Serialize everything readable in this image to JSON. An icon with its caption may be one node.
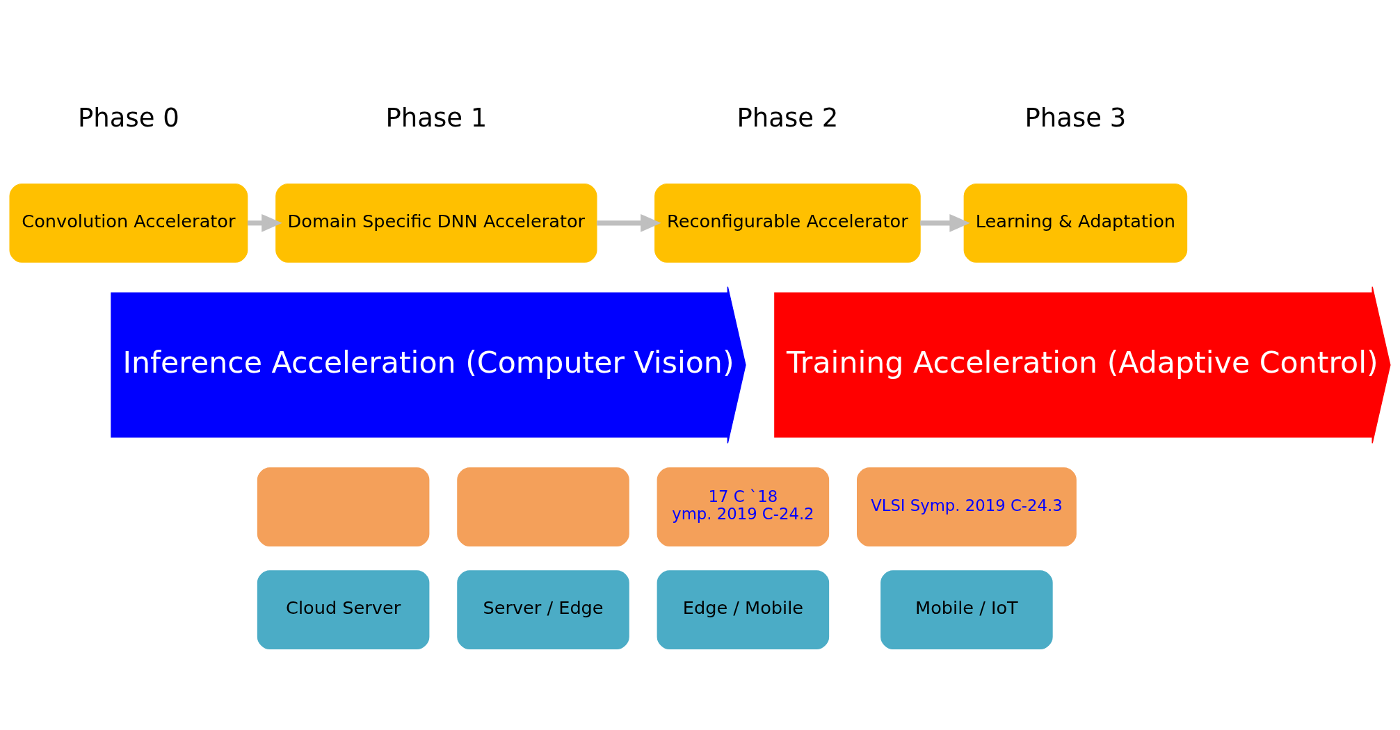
{
  "diagram": {
    "nodes": [
      {
        "text": [
          "Convolution Accelerator"
        ]
      },
      {
        "text": [
          "Domain Specific DNN Accelerator"
        ]
      },
      {
        "text": [
          "Reconfigurable Accelerator"
        ]
      },
      {
        "text": [
          "Learning & Adaptation"
        ]
      },
      {
        "text": [
          "Inference Acceleration (Computer Vision)"
        ]
      },
      {
        "text": [
          "Training Acceleration (Adaptive Control)"
        ]
      },
      {
        "text": [],
        "shape": "box"
      },
      {
        "text": [],
        "shape": "box"
      },
      {
        "text": [
          "17 C `18",
          "ymp. 2019 C-24.2"
        ]
      },
      {
        "text": [
          "VLSI Symp. 2019 C-24.3"
        ]
      },
      {
        "text": [
          "Cloud Server"
        ]
      },
      {
        "text": [
          "Server / Edge"
        ]
      },
      {
        "text": [
          "Edge / Mobile"
        ]
      },
      {
        "text": [
          "Mobile / IoT"
        ]
      }
    ],
    "edges": [
      {
        "from": 0,
        "to": 1,
        "arrow": "to"
      },
      {
        "from": 1,
        "to": 2,
        "arrow": "to"
      },
      {
        "from": 2,
        "to": 3,
        "arrow": "to"
      }
    ],
    "labels": [
      "Phase 0",
      "Phase 1",
      "Phase 2",
      "Phase 3"
    ]
  }
}
